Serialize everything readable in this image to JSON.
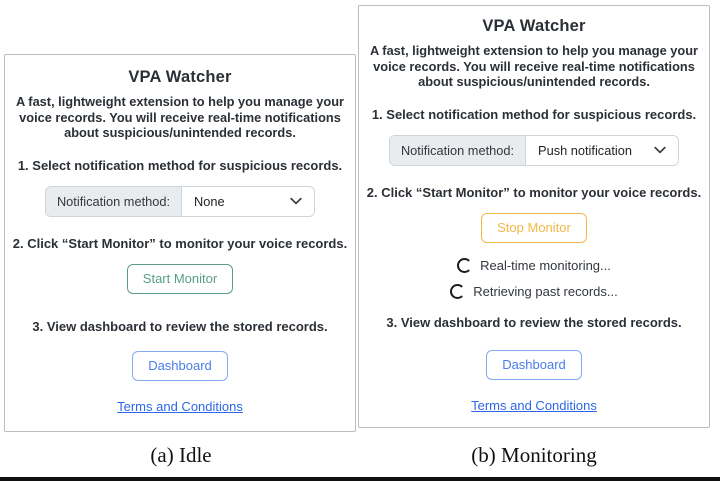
{
  "figure": {
    "captions": [
      {
        "label": "(a) Idle"
      },
      {
        "label": "(b) Monitoring"
      }
    ]
  },
  "panel_idle": {
    "title": "VPA Watcher",
    "description": "A fast, lightweight extension to help you manage your voice records. You will receive real-time notifications about suspicious/unintended records.",
    "step1": "1. Select notification method for suspicious records.",
    "dropdown": {
      "label": "Notification method:",
      "value": "None",
      "chevron_icon": "chevron-down-icon"
    },
    "step2": "2. Click “Start Monitor” to monitor your voice records.",
    "monitor_button": "Start Monitor",
    "step3": "3. View dashboard to review the stored records.",
    "dashboard_button": "Dashboard",
    "terms_link": "Terms and Conditions"
  },
  "panel_monitoring": {
    "title": "VPA Watcher",
    "description": "A fast, lightweight extension to help you manage your voice records. You will receive real-time notifications about suspicious/unintended records.",
    "step1": "1. Select notification method for suspicious records.",
    "dropdown": {
      "label": "Notification method:",
      "value": "Push notification",
      "chevron_icon": "chevron-down-icon"
    },
    "step2": "2. Click “Start Monitor” to monitor your voice records.",
    "monitor_button": "Stop Monitor",
    "status": [
      {
        "icon": "spinner-icon",
        "label": "Real-time monitoring..."
      },
      {
        "icon": "spinner-icon",
        "label": "Retrieving past records..."
      }
    ],
    "step3": "3. View dashboard to review the stored records.",
    "dashboard_button": "Dashboard",
    "terms_link": "Terms and Conditions"
  },
  "colors": {
    "accent_success": "#5a9e85",
    "accent_warning": "#f2b845",
    "accent_primary": "#4a7de9",
    "link_blue": "#2d67e8",
    "text_dark": "#2b3036",
    "input_label_bg": "#e9ecef",
    "input_border": "#ced4da",
    "panel_border": "#bdbdbd"
  }
}
